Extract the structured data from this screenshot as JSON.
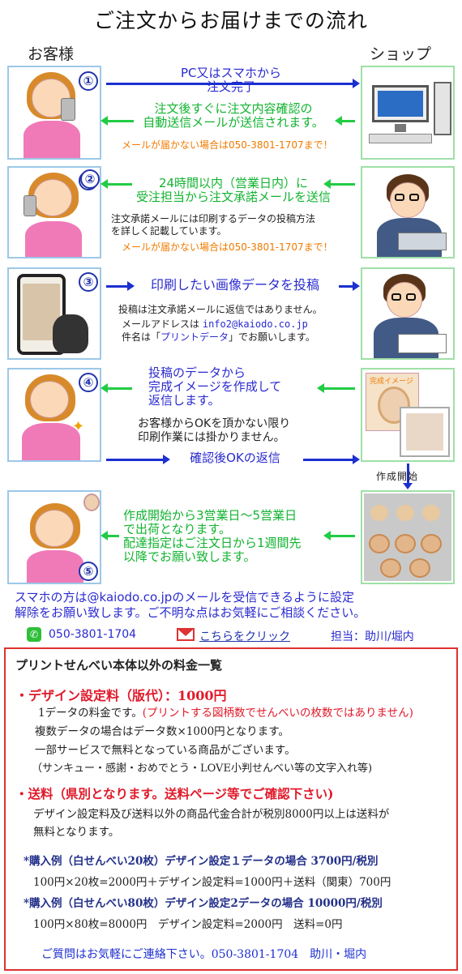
{
  "title": "ご注文からお届けまでの流れ",
  "customer_label": "お客様",
  "shop_label": "ショップ",
  "steps": [
    {
      "num": "①",
      "to_shop_line1": "PC又はスマホから",
      "to_shop_line2": "注文完了",
      "to_customer_line1": "注文後すぐに注文内容確認の",
      "to_customer_line2": "自動送信メールが送信されます。",
      "note": "メールが届かない場合は050-3801-1707まで！"
    },
    {
      "num": "②",
      "to_customer_line1": "24時間以内（営業日内）に",
      "to_customer_line2": "受注担当から注文承諾メールを送信",
      "detail_line1": "注文承諾メールには印刷するデータの投稿方法",
      "detail_line2": "を詳しく記載しています。",
      "note": "メールが届かない場合は050-3801-1707まで！"
    },
    {
      "num": "③",
      "to_shop": "印刷したい画像データを投稿",
      "detail_line1": "投稿は注文承諾メールに返信ではありません。",
      "detail_line2_prefix": "メールアドレスは",
      "detail_email": "info2@kaiodo.co.jp",
      "detail_line3_prefix": "件名は「",
      "detail_subject": "プリントデータ",
      "detail_line3_suffix": "」でお願いします。"
    },
    {
      "num": "④",
      "to_customer_line1": "投稿のデータから",
      "to_customer_line2": "完成イメージを作成して",
      "to_customer_line3": "返信します。",
      "detail_line1": "お客様からOKを頂かない限り",
      "detail_line2": "印刷作業には掛かりません。",
      "to_shop": "確認後OKの返信",
      "image_label": "完成イメージ",
      "production_start": "作成開始"
    },
    {
      "num": "⑤",
      "to_customer_line1": "作成開始から3営業日～5営業日",
      "to_customer_line2": "で出荷となります。",
      "to_customer_line3": "配達指定はご注文日から1週間先",
      "to_customer_line4": "以降でお願い致します。"
    }
  ],
  "smartphone_note_line1": "スマホの方は@kaiodo.co.jpのメールを受信できるように設定",
  "smartphone_note_line2": "解除をお願い致します。ご不明な点はお気軽にご相談ください。",
  "contact": {
    "phone": "050-3801-1704",
    "mail_link": "こちらをクリック",
    "staff": "担当：助川/堀内"
  },
  "fees": {
    "heading": "プリントせんべい本体以外の料金一覧",
    "design_title": "・デザイン設定料（版代）：1000円",
    "design_line1_a": "1データの料金です。",
    "design_line1_b": "(プリントする図柄数でせんべいの枚数ではありません)",
    "design_line2": "複数データの場合はデータ数×1000円となります。",
    "design_line3": "一部サービスで無料となっている商品がございます。",
    "design_line4": "（サンキュー・感謝・おめでとう・LOVE小判せんべい等の文字入れ等)",
    "shipping_title": "・送料（県別となります。送料ページ等でご確認下さい)",
    "shipping_line1": "デザイン設定料及び送料以外の商品代金合計が税別8000円以上は送料が",
    "shipping_line2": "無料となります。",
    "example1_title": "*購入例（白せんべい20枚）デザイン設定１データの場合 3700円/税別",
    "example1_calc": "100円×20枚=2000円＋デザイン設定料=1000円＋送料（関東）700円",
    "example2_title": "*購入例（白せんべい80枚）デザイン設定2データの場合 10000円/税別",
    "example2_calc": "100円×80枚=8000円　デザイン設定料=2000円　送料=0円",
    "contact_line": "ご質問はお気軽にご連絡下さい。050-3801-1704　助川・堀内"
  },
  "colors": {
    "blue": "#2a2ad0",
    "green": "#12b330",
    "orange": "#f07a00",
    "red": "#e01a2a"
  }
}
